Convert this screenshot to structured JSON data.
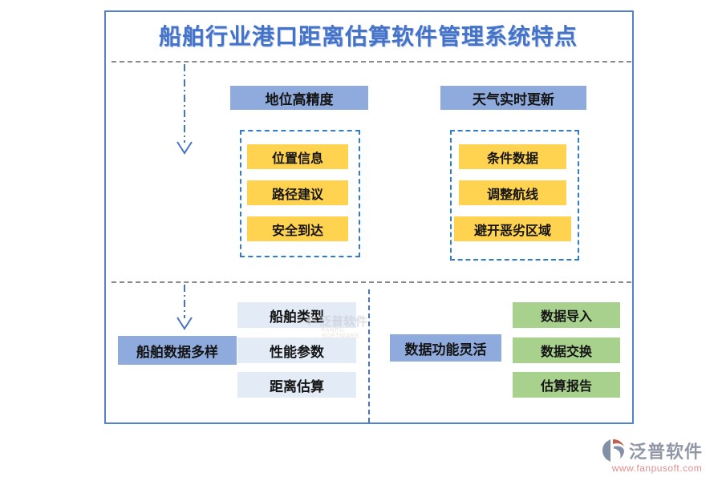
{
  "title": "船舶行业港口距离估算软件管理系统特点",
  "panels": {
    "positioning": {
      "header": "地位高精度",
      "items": [
        "位置信息",
        "路径建议",
        "安全到达"
      ]
    },
    "weather": {
      "header": "天气实时更新",
      "items": [
        "条件数据",
        "调整航线",
        "避开恶劣区域"
      ]
    },
    "ship_data": {
      "header": "船舶数据多样",
      "items": [
        "船舶类型",
        "性能参数",
        "距离估算"
      ]
    },
    "data_functions": {
      "header": "数据功能灵活",
      "items": [
        "数据导入",
        "数据交换",
        "估算报告"
      ]
    }
  },
  "watermark": {
    "name": "泛普软件",
    "subtitle": "FANPU SOFTWARE"
  },
  "logo": {
    "name": "泛普软件",
    "url": "www.fanpusoft.com"
  },
  "colors": {
    "title_blue": "#4573C7",
    "accent_blue": "#8FAADC",
    "highlight_yellow": "#FFD24F",
    "pale_blue": "#E3EBF7",
    "soft_green": "#A9D18E",
    "dashed_border_blue": "#2F7BD0",
    "dashed_line_gray": "#8B8B8B",
    "frame_blue": "#5580CC",
    "logo_url_red": "#DE9090"
  }
}
